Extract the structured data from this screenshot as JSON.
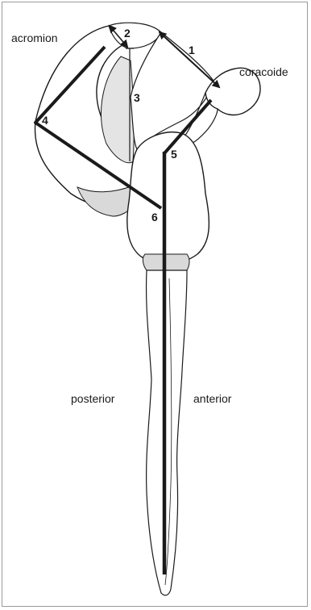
{
  "labels": {
    "acromion": "acromion",
    "coracoide": "coracoide",
    "posterior": "posterior",
    "anterior": "anterior"
  },
  "numbers": {
    "n1": "1",
    "n2": "2",
    "n3": "3",
    "n4": "4",
    "n5": "5",
    "n6": "6"
  },
  "colors": {
    "ink": "#1a1a1a",
    "bone_fill": "#ffffff",
    "shade": "#d9d9d9",
    "frame": "#9a9a9a"
  }
}
